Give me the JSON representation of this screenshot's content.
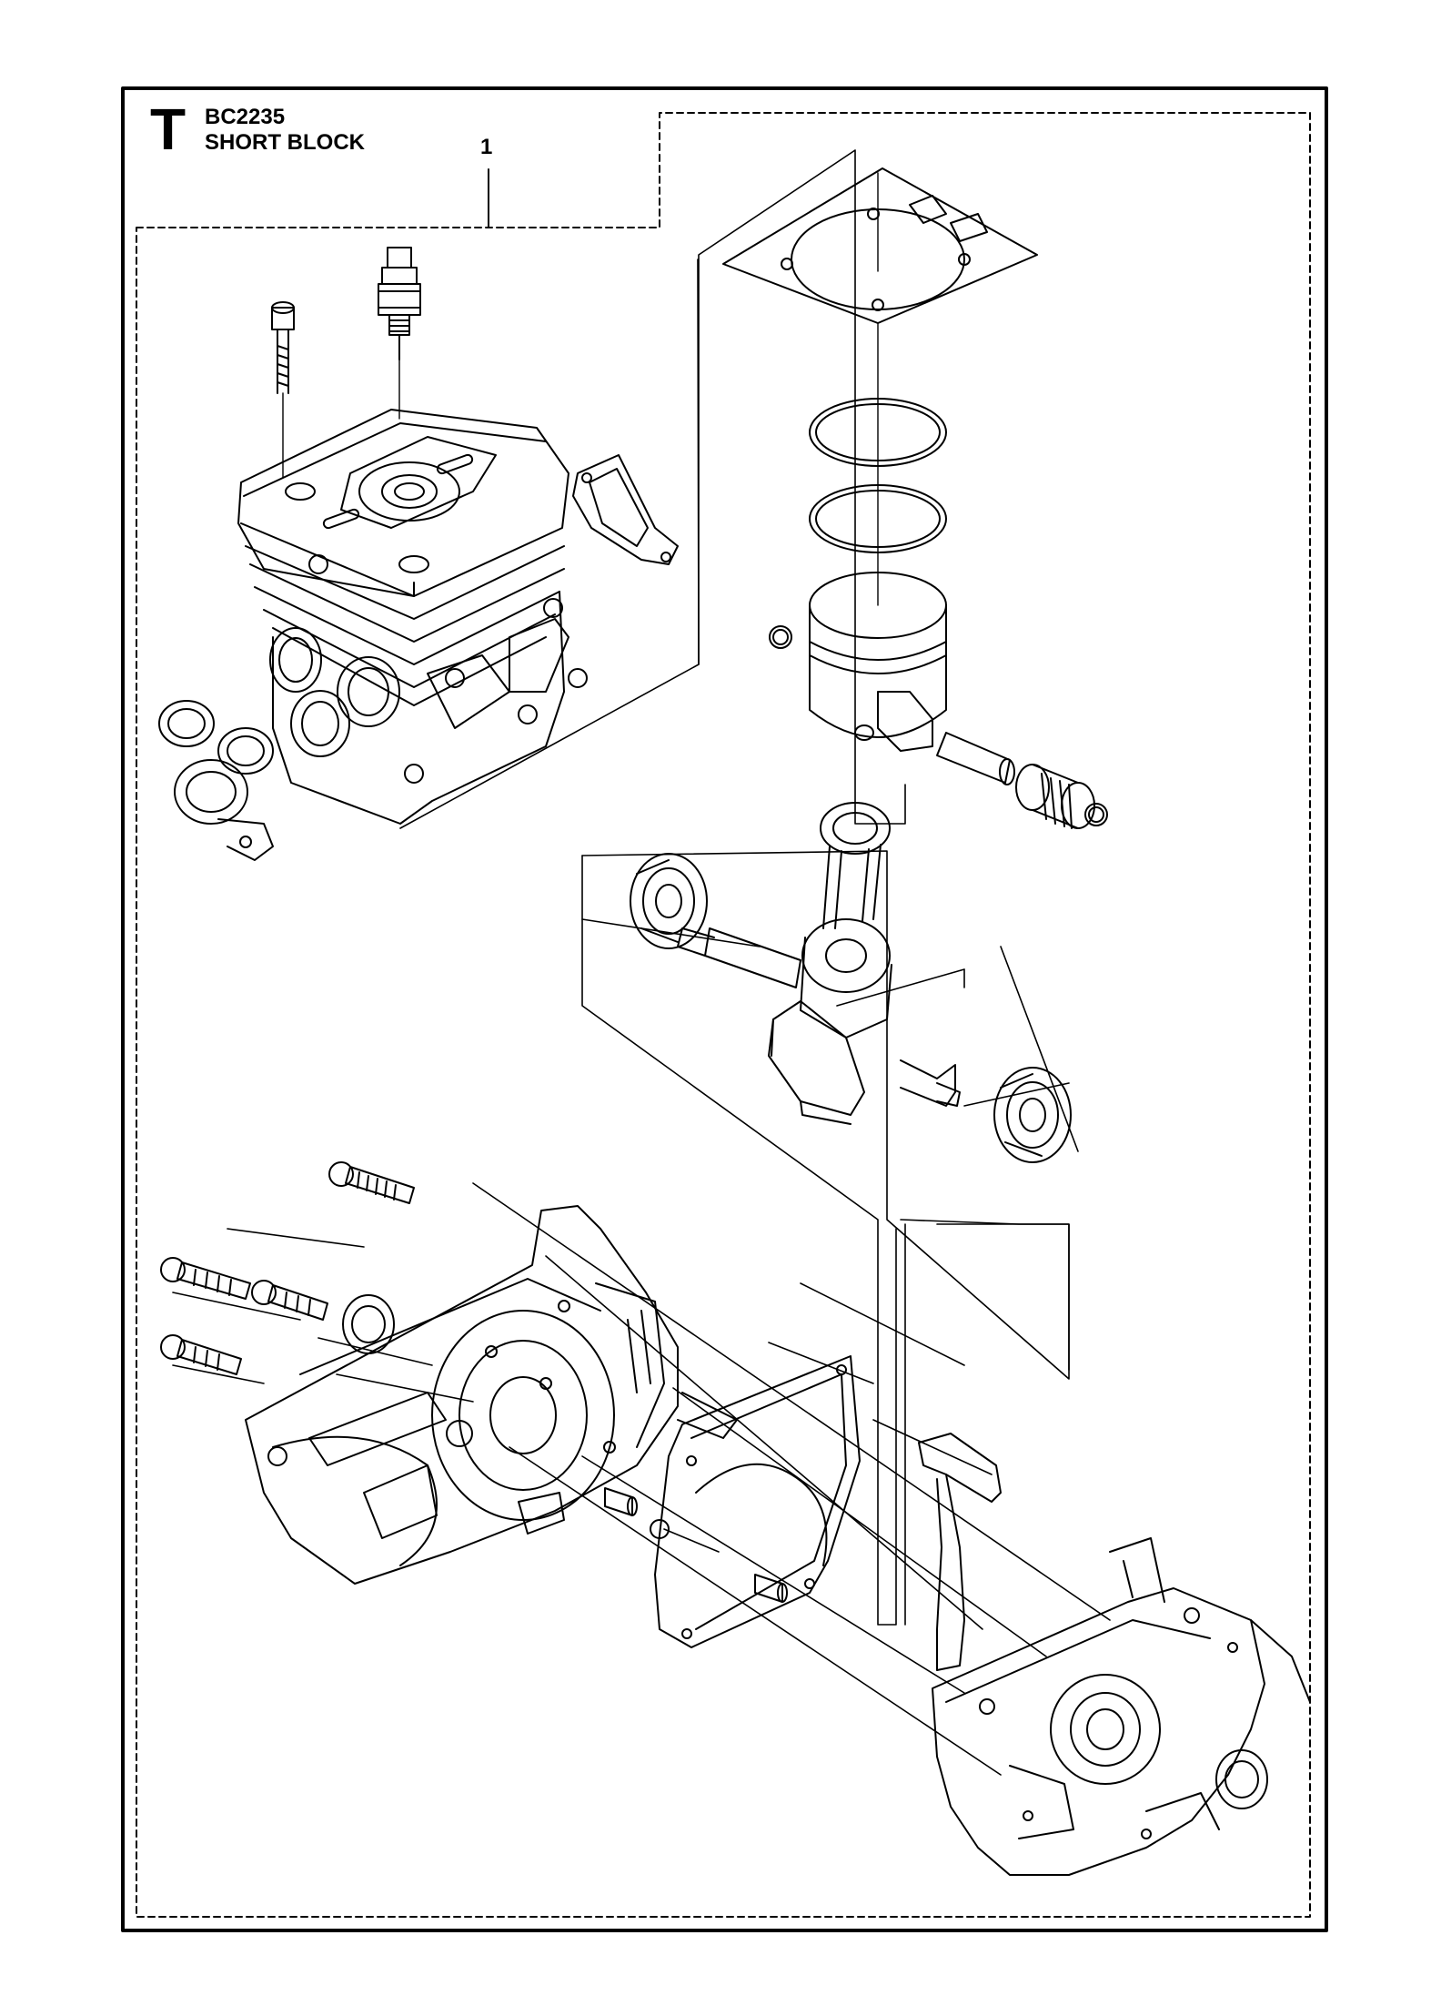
{
  "header": {
    "section_letter": "T",
    "model": "BC2235",
    "title": "SHORT BLOCK"
  },
  "callouts": [
    {
      "label": "1"
    }
  ],
  "colors": {
    "line": "#000000",
    "background": "#ffffff"
  }
}
